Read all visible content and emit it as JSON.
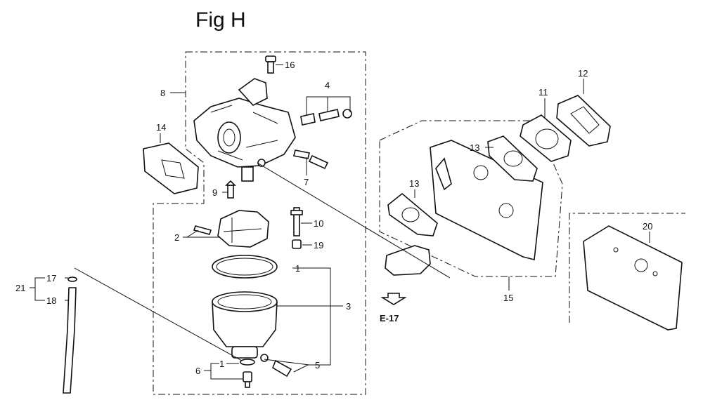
{
  "figure": {
    "title": "Fig H",
    "reference": "E-17"
  },
  "callouts": [
    "1",
    "1",
    "2",
    "3",
    "4",
    "5",
    "6",
    "7",
    "8",
    "9",
    "10",
    "11",
    "12",
    "13",
    "13",
    "14",
    "15",
    "16",
    "17",
    "18",
    "19",
    "20",
    "21"
  ]
}
